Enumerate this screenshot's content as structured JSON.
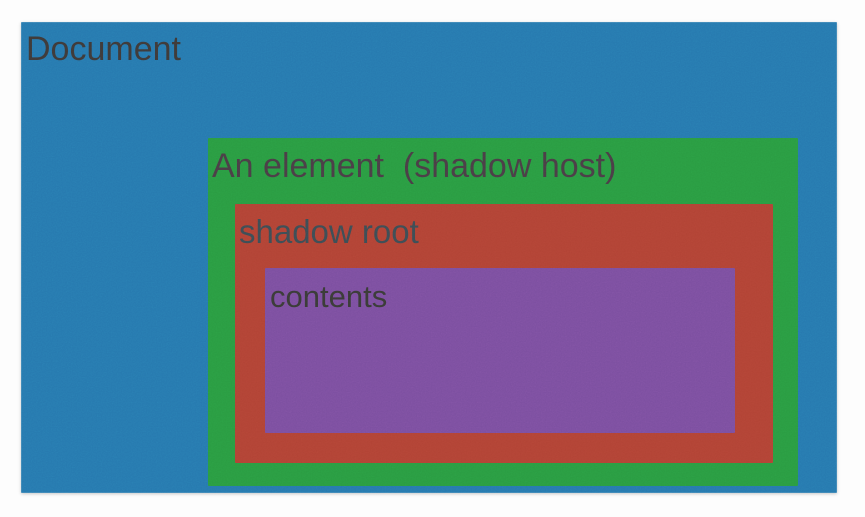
{
  "diagram": {
    "boxes": {
      "document": {
        "label": "Document",
        "fill_color": "#2779af",
        "text_color": "#3e3a39"
      },
      "shadow_host": {
        "label": "An element  (shadow host)",
        "fill_color": "#2a9c42",
        "text_color": "#4a3e46"
      },
      "shadow_root": {
        "label": "shadow root",
        "fill_color": "#b24335",
        "text_color": "#3d4d55"
      },
      "contents": {
        "label": "contents",
        "fill_color": "#7c4fa0",
        "text_color": "#3a3b37"
      }
    }
  }
}
